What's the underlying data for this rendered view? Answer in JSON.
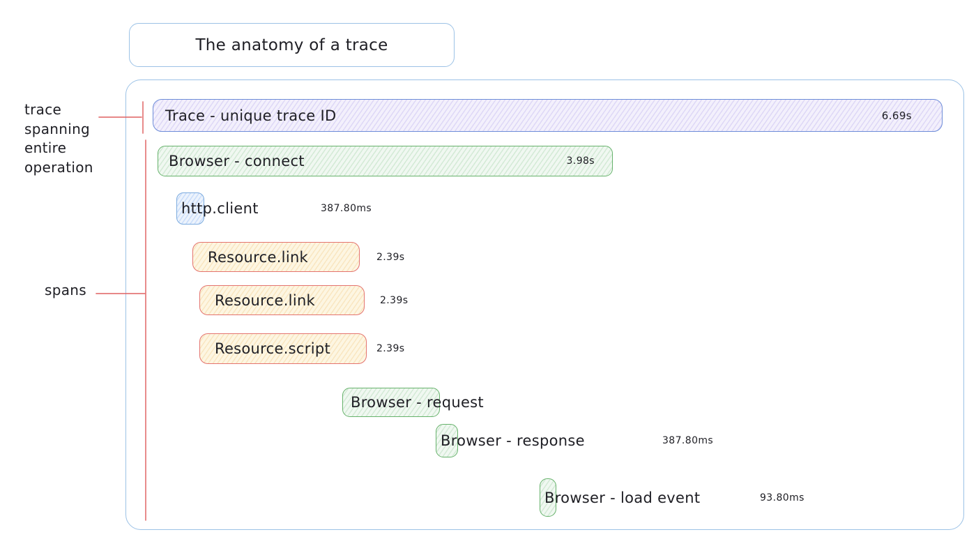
{
  "title": "The anatomy of a trace",
  "annotations": {
    "trace_pointer_lines": [
      "trace",
      "spanning",
      "entire",
      "operation"
    ],
    "spans_pointer_label": "spans"
  },
  "spans": [
    {
      "label": "Trace - unique trace ID",
      "duration": "6.69s",
      "kind": "trace"
    },
    {
      "label": "Browser - connect",
      "duration": "3.98s",
      "kind": "browser"
    },
    {
      "label": "http.client",
      "duration": "387.80ms",
      "kind": "http"
    },
    {
      "label": "Resource.link",
      "duration": "2.39s",
      "kind": "resource"
    },
    {
      "label": "Resource.link",
      "duration": "2.39s",
      "kind": "resource"
    },
    {
      "label": "Resource.script",
      "duration": "2.39s",
      "kind": "resource"
    },
    {
      "label": "Browser - request",
      "duration": "",
      "kind": "browser"
    },
    {
      "label": "Browser - response",
      "duration": "387.80ms",
      "kind": "browser"
    },
    {
      "label": "Browser - load event",
      "duration": "93.80ms",
      "kind": "browser"
    }
  ],
  "colors": {
    "trace_fill": "#f3f0fc",
    "trace_border": "#6d8cd8",
    "browser_fill": "#f0f8f1",
    "browser_border": "#66b26b",
    "http_fill": "#ecf3fc",
    "http_border": "#7cabde",
    "resource_fill": "#fdf6e2",
    "resource_border": "#e4736e",
    "frame_border": "#9cc2e6",
    "pointer_line": "#e06060",
    "text": "#1e1e24"
  }
}
